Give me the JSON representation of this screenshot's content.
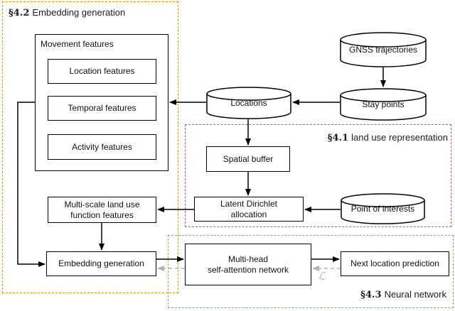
{
  "figure": {
    "regions": {
      "embedding_generation": {
        "section": "§4.2",
        "title": "Embedding generation",
        "border_color": "#d79b00"
      },
      "land_use": {
        "section": "§4.1",
        "title": "land use representation",
        "border_color": "#d9534f"
      },
      "neural_network": {
        "section": "§4.3",
        "title": "Neural network",
        "border_color": "#82b366"
      }
    },
    "nodes": {
      "movement_features": {
        "label": "Movement features",
        "shape": "rect"
      },
      "location_features": {
        "label": "Location features",
        "shape": "rect"
      },
      "temporal_features": {
        "label": "Temporal features",
        "shape": "rect"
      },
      "activity_features": {
        "label": "Activity features",
        "shape": "rect"
      },
      "gnss_trajectories": {
        "label": "GNSS trajectories",
        "shape": "cylinder"
      },
      "stay_points": {
        "label": "Stay points",
        "shape": "cylinder"
      },
      "locations": {
        "label": "Locations",
        "shape": "cylinder"
      },
      "spatial_buffer": {
        "label": "Spatial buffer",
        "shape": "rect"
      },
      "latent_dirichlet_allocation": {
        "label": "Latent Dirichlet\nallocation",
        "shape": "rect"
      },
      "point_of_interests": {
        "label": "Point of interests",
        "shape": "cylinder"
      },
      "multi_scale_features": {
        "label": "Multi-scale land use\nfunction features",
        "shape": "rect"
      },
      "embedding_generation": {
        "label": "Embedding generation",
        "shape": "rect"
      },
      "multi_head_network": {
        "label": "Multi-head\nself-attention network",
        "shape": "rect"
      },
      "next_location_prediction": {
        "label": "Next location prediction",
        "shape": "rect"
      }
    },
    "loss": {
      "symbol": "ℒ",
      "color": "#b3b3b3"
    },
    "colors": {
      "line": "#000000",
      "background": "#ffffff"
    }
  }
}
